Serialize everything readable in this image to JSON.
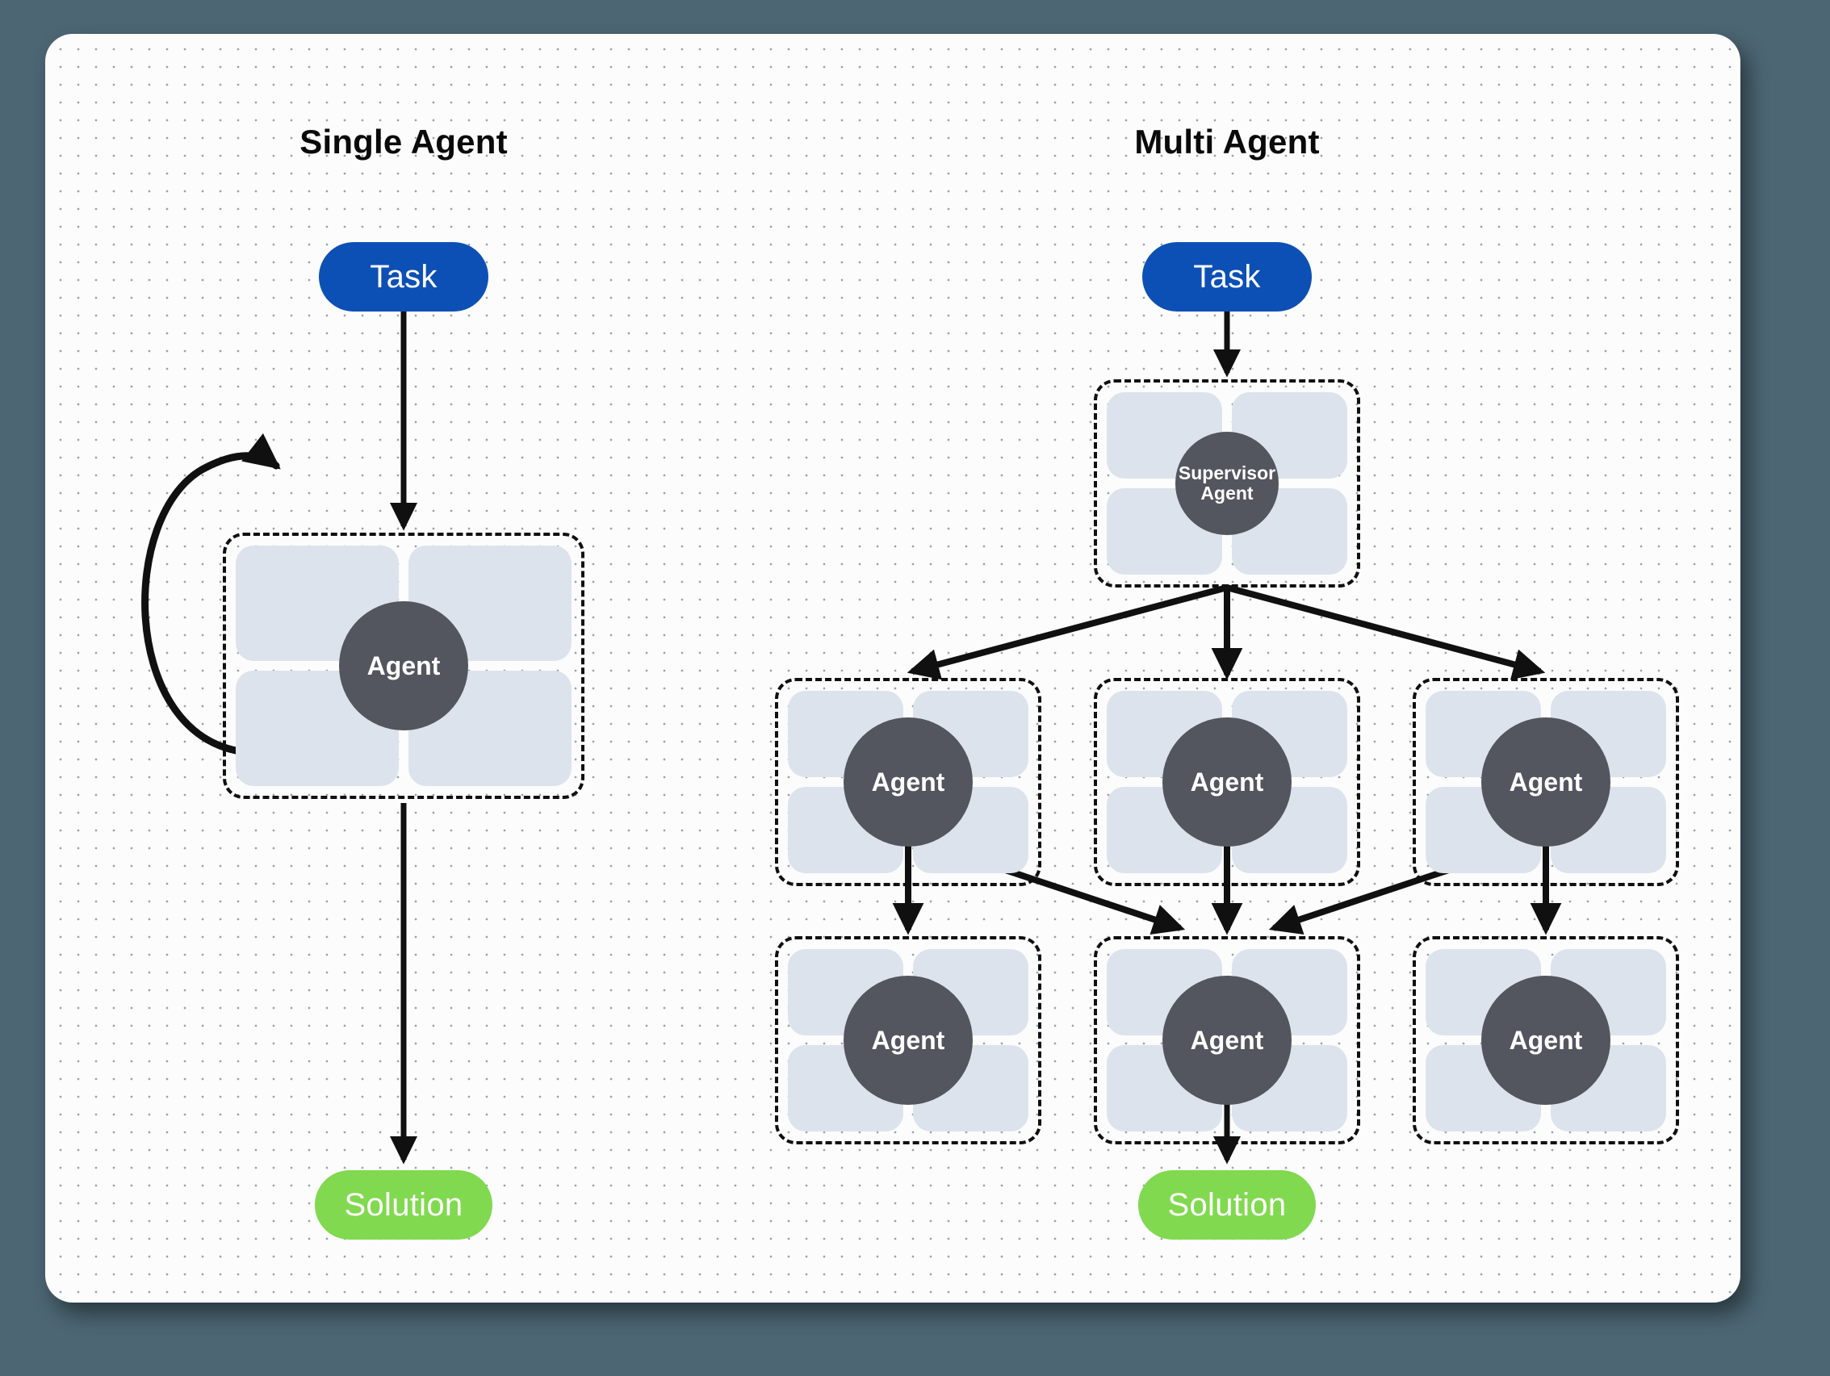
{
  "diagram": {
    "title_left": "Single Agent",
    "title_right": "Multi Agent",
    "canvas_bg": "#fcfcfd",
    "page_bg": "#4c6673",
    "colors": {
      "task": "#0d50b5",
      "solution": "#81d94f",
      "agent_circle": "#53565f",
      "tile": "#dde3ed",
      "stroke": "#101010"
    }
  },
  "single_agent": {
    "title": "Single Agent",
    "task_label": "Task",
    "agent_label": "Agent",
    "solution_label": "Solution",
    "loop_label": "self-loop"
  },
  "multi_agent": {
    "title": "Multi Agent",
    "task_label": "Task",
    "supervisor_label_line1": "Supervisor",
    "supervisor_label_line2": "Agent",
    "solution_label": "Solution",
    "row2": [
      {
        "label": "Agent"
      },
      {
        "label": "Agent"
      },
      {
        "label": "Agent"
      }
    ],
    "row3": [
      {
        "label": "Agent"
      },
      {
        "label": "Agent"
      },
      {
        "label": "Agent"
      }
    ]
  }
}
